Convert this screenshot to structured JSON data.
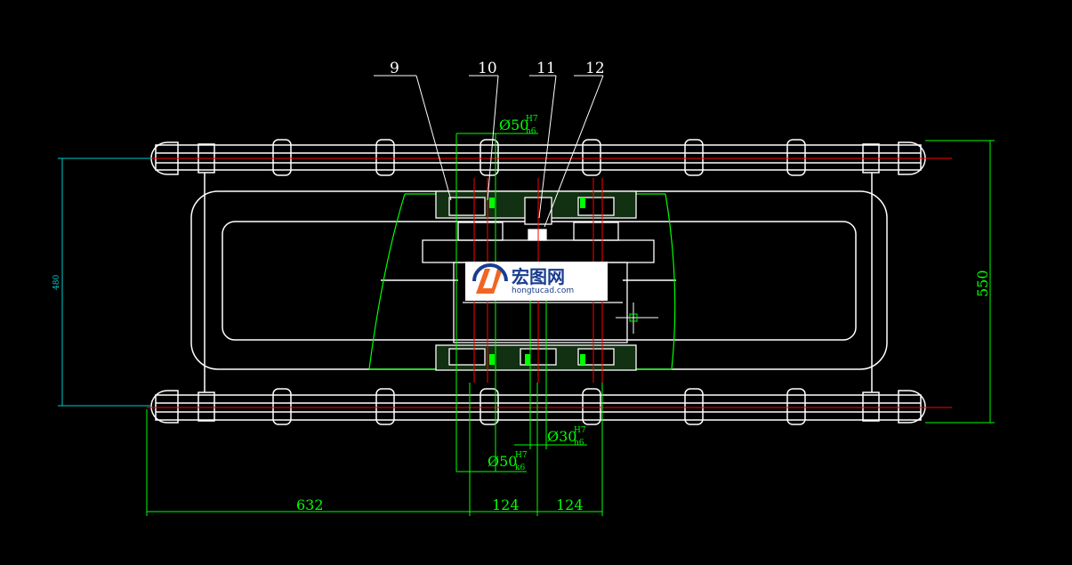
{
  "drawing": {
    "balloons": [
      "9",
      "10",
      "11",
      "12"
    ],
    "fits": {
      "top": {
        "dia": "Ø50",
        "upper": "H7",
        "lower": "h6"
      },
      "bottom_right": {
        "dia": "Ø30",
        "upper": "H7",
        "lower": "h6"
      },
      "bottom_left": {
        "dia": "Ø50",
        "upper": "H7",
        "lower": "k6"
      }
    },
    "dims": {
      "height_left": "480",
      "height_right": "550",
      "base_left": "632",
      "base_mid": "124",
      "base_right": "124"
    }
  },
  "watermark": {
    "cn": "宏图网",
    "en": "hongtucad.com"
  },
  "colors": {
    "outline": "#ffffff",
    "centerline": "#ff0000",
    "dimension": "#00ff00",
    "dimension_alt": "#00cccc",
    "brand": "#1a3d8f",
    "brand_accent": "#f26522"
  }
}
